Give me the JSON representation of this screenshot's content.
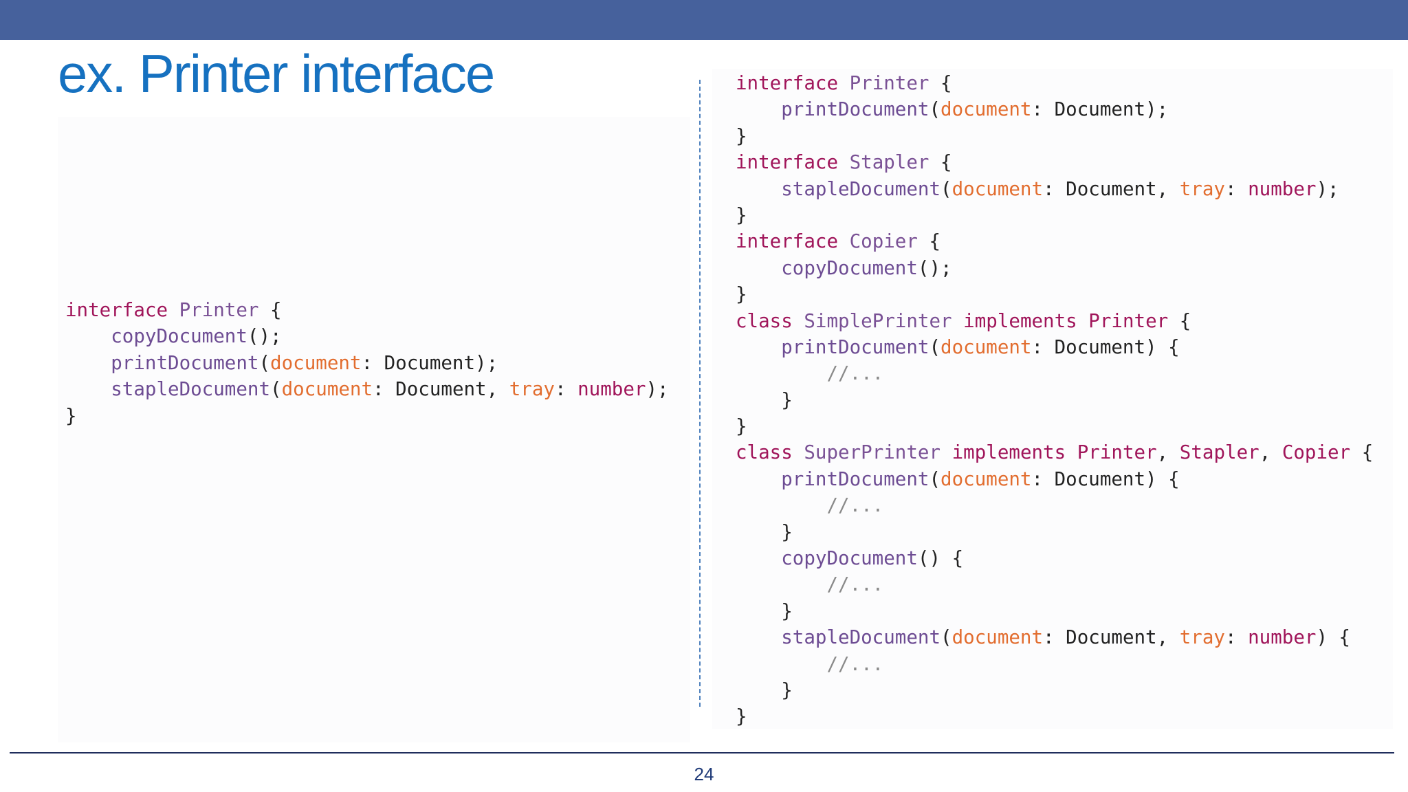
{
  "slide": {
    "title": "ex. Printer interface",
    "page_number": "24"
  },
  "colors": {
    "top_bar": "#46619c",
    "title": "#1671c0",
    "keyword": "#a0155a",
    "type_name": "#7a5195",
    "method": "#6d4c93",
    "parameter": "#e26d2f",
    "comment": "#8a8a8a",
    "plain": "#222222",
    "divider": "#4f81bd"
  },
  "left_code": {
    "lines": [
      [
        [
          "keyword",
          "interface"
        ],
        [
          "plain",
          " "
        ],
        [
          "type",
          "Printer"
        ],
        [
          "plain",
          " {"
        ]
      ],
      [
        [
          "plain",
          "    "
        ],
        [
          "method",
          "copyDocument"
        ],
        [
          "plain",
          "();"
        ]
      ],
      [
        [
          "plain",
          "    "
        ],
        [
          "method",
          "printDocument"
        ],
        [
          "plain",
          "("
        ],
        [
          "param",
          "document"
        ],
        [
          "plain",
          ": Document);"
        ]
      ],
      [
        [
          "plain",
          "    "
        ],
        [
          "method",
          "stapleDocument"
        ],
        [
          "plain",
          "("
        ],
        [
          "param",
          "document"
        ],
        [
          "plain",
          ": Document, "
        ],
        [
          "param",
          "tray"
        ],
        [
          "plain",
          ": "
        ],
        [
          "primitive",
          "number"
        ],
        [
          "plain",
          ");"
        ]
      ],
      [
        [
          "plain",
          "}"
        ]
      ]
    ]
  },
  "right_code": {
    "lines": [
      [
        [
          "keyword",
          "interface"
        ],
        [
          "plain",
          " "
        ],
        [
          "type",
          "Printer"
        ],
        [
          "plain",
          " {"
        ]
      ],
      [
        [
          "plain",
          "    "
        ],
        [
          "method",
          "printDocument"
        ],
        [
          "plain",
          "("
        ],
        [
          "param",
          "document"
        ],
        [
          "plain",
          ": Document);"
        ]
      ],
      [
        [
          "plain",
          "}"
        ]
      ],
      [
        [
          "keyword",
          "interface"
        ],
        [
          "plain",
          " "
        ],
        [
          "type",
          "Stapler"
        ],
        [
          "plain",
          " {"
        ]
      ],
      [
        [
          "plain",
          "    "
        ],
        [
          "method",
          "stapleDocument"
        ],
        [
          "plain",
          "("
        ],
        [
          "param",
          "document"
        ],
        [
          "plain",
          ": Document, "
        ],
        [
          "param",
          "tray"
        ],
        [
          "plain",
          ": "
        ],
        [
          "primitive",
          "number"
        ],
        [
          "plain",
          ");"
        ]
      ],
      [
        [
          "plain",
          "}"
        ]
      ],
      [
        [
          "keyword",
          "interface"
        ],
        [
          "plain",
          " "
        ],
        [
          "type",
          "Copier"
        ],
        [
          "plain",
          " {"
        ]
      ],
      [
        [
          "plain",
          "    "
        ],
        [
          "method",
          "copyDocument"
        ],
        [
          "plain",
          "();"
        ]
      ],
      [
        [
          "plain",
          "}"
        ]
      ],
      [
        [
          "keyword",
          "class"
        ],
        [
          "plain",
          " "
        ],
        [
          "type",
          "SimplePrinter"
        ],
        [
          "plain",
          " "
        ],
        [
          "keyword",
          "implements"
        ],
        [
          "plain",
          " "
        ],
        [
          "keyword",
          "Printer"
        ],
        [
          "plain",
          " {"
        ]
      ],
      [
        [
          "plain",
          "    "
        ],
        [
          "method",
          "printDocument"
        ],
        [
          "plain",
          "("
        ],
        [
          "param",
          "document"
        ],
        [
          "plain",
          ": Document) {"
        ]
      ],
      [
        [
          "plain",
          "        "
        ],
        [
          "comment",
          "//..."
        ]
      ],
      [
        [
          "plain",
          "    }"
        ]
      ],
      [
        [
          "plain",
          "}"
        ]
      ],
      [
        [
          "keyword",
          "class"
        ],
        [
          "plain",
          " "
        ],
        [
          "type",
          "SuperPrinter"
        ],
        [
          "plain",
          " "
        ],
        [
          "keyword",
          "implements"
        ],
        [
          "plain",
          " "
        ],
        [
          "keyword",
          "Printer"
        ],
        [
          "plain",
          ", "
        ],
        [
          "keyword",
          "Stapler"
        ],
        [
          "plain",
          ", "
        ],
        [
          "keyword",
          "Copier"
        ],
        [
          "plain",
          " {"
        ]
      ],
      [
        [
          "plain",
          "    "
        ],
        [
          "method",
          "printDocument"
        ],
        [
          "plain",
          "("
        ],
        [
          "param",
          "document"
        ],
        [
          "plain",
          ": Document) {"
        ]
      ],
      [
        [
          "plain",
          "        "
        ],
        [
          "comment",
          "//..."
        ]
      ],
      [
        [
          "plain",
          "    }"
        ]
      ],
      [
        [
          "plain",
          "    "
        ],
        [
          "method",
          "copyDocument"
        ],
        [
          "plain",
          "() {"
        ]
      ],
      [
        [
          "plain",
          "        "
        ],
        [
          "comment",
          "//..."
        ]
      ],
      [
        [
          "plain",
          "    }"
        ]
      ],
      [
        [
          "plain",
          "    "
        ],
        [
          "method",
          "stapleDocument"
        ],
        [
          "plain",
          "("
        ],
        [
          "param",
          "document"
        ],
        [
          "plain",
          ": Document, "
        ],
        [
          "param",
          "tray"
        ],
        [
          "plain",
          ": "
        ],
        [
          "primitive",
          "number"
        ],
        [
          "plain",
          ") {"
        ]
      ],
      [
        [
          "plain",
          "        "
        ],
        [
          "comment",
          "//..."
        ]
      ],
      [
        [
          "plain",
          "    }"
        ]
      ],
      [
        [
          "plain",
          "}"
        ]
      ]
    ]
  }
}
